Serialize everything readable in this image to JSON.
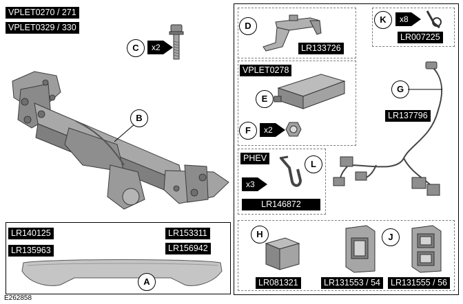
{
  "header_tags": [
    "VPLET0270 / 271",
    "VPLET0329 / 330"
  ],
  "callouts": {
    "a": "A",
    "b": "B",
    "c": "C",
    "d": "D",
    "e": "E",
    "f": "F",
    "g": "G",
    "h": "H",
    "j": "J",
    "k": "K",
    "l": "L"
  },
  "quantities": {
    "c": "x2",
    "f": "x2",
    "k": "x8",
    "l": "x3"
  },
  "kit_tags": {
    "vplet0278": "VPLET0278",
    "phev": "PHEV"
  },
  "parts": {
    "d": "LR133726",
    "k": "LR007225",
    "g": "LR137796",
    "l": "LR146872",
    "a1": "LR140125",
    "a2": "LR153311",
    "a3": "LR135963",
    "a4": "LR156942",
    "h": "LR081321",
    "j1": "LR131553 / 54",
    "j2": "LR131555 / 56"
  },
  "figure_ref": "E262858",
  "colors": {
    "tag_bg": "#000000",
    "tag_text": "#ffffff",
    "part_fill": "#9a9a9a",
    "part_stroke": "#3a3a3a"
  },
  "icons": {
    "quantity": "arrow-icon"
  }
}
